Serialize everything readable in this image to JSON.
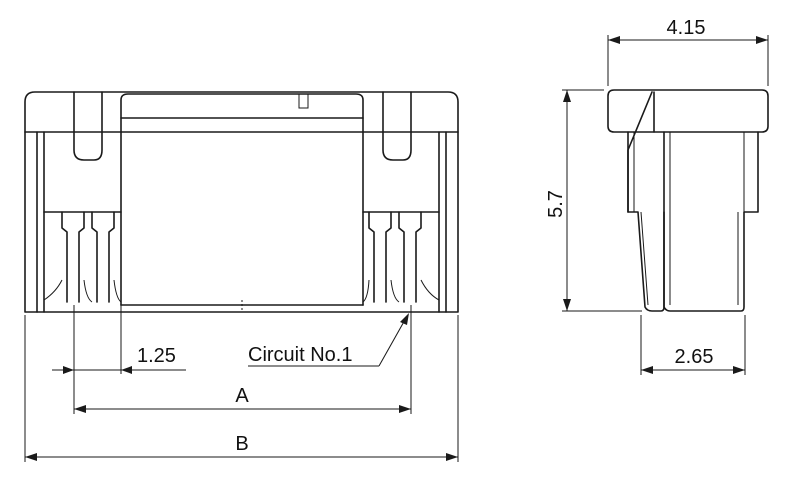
{
  "dimensions": {
    "pitch": "1.25",
    "circuit_label": "Circuit No.1",
    "a_label": "A",
    "b_label": "B",
    "side_width": "4.15",
    "side_height": "5.7",
    "side_bottom": "2.65"
  },
  "colors": {
    "line": "#1a1a1a",
    "background": "#ffffff"
  }
}
